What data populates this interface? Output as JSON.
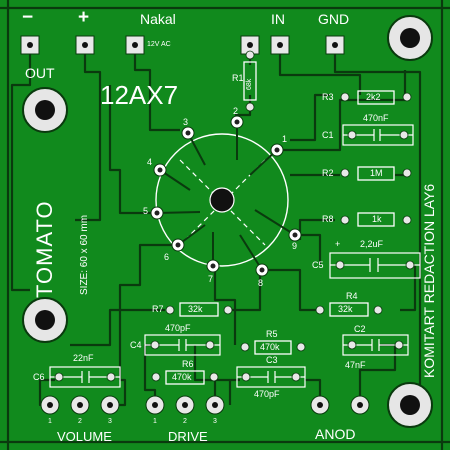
{
  "board": {
    "title": "TOMATO",
    "size_label": "SIZE: 60 x 60 mm",
    "tube": "12AX7",
    "credit": "KOMITART REDACTION LAY6"
  },
  "terminals": {
    "minus": "−",
    "plus": "+",
    "nakal": "Nakal",
    "nakal_note": "12V AC",
    "in": "IN",
    "gnd": "GND",
    "out": "OUT",
    "anod": "ANOD"
  },
  "pots": {
    "volume": {
      "label": "VOLUME",
      "pins": [
        "1",
        "2",
        "3"
      ]
    },
    "drive": {
      "label": "DRIVE",
      "pins": [
        "1",
        "2",
        "3"
      ]
    }
  },
  "tube_pins": [
    "1",
    "2",
    "3",
    "4",
    "5",
    "6",
    "7",
    "8",
    "9"
  ],
  "components": {
    "R1": {
      "ref": "R1",
      "value": "68k"
    },
    "R2": {
      "ref": "R2",
      "value": "1M"
    },
    "R3": {
      "ref": "R3",
      "value": "2k2"
    },
    "R4": {
      "ref": "R4",
      "value": "32k"
    },
    "R5": {
      "ref": "R5",
      "value": "470k"
    },
    "R6": {
      "ref": "R6",
      "value": "470k"
    },
    "R7": {
      "ref": "R7",
      "value": "32k"
    },
    "R8": {
      "ref": "R8",
      "value": "1k"
    },
    "C1": {
      "ref": "C1",
      "value": "470nF"
    },
    "C2": {
      "ref": "C2",
      "value": "47nF"
    },
    "C3": {
      "ref": "C3",
      "value": "470pF"
    },
    "C4": {
      "ref": "C4",
      "value": "470pF"
    },
    "C5": {
      "ref": "C5",
      "value": "2,2uF",
      "polarity": "+"
    },
    "C6": {
      "ref": "C6",
      "value": "22nF"
    }
  },
  "colors": {
    "board": "#118a1d",
    "copper": "#1ba02b",
    "trace": "#0a3a0e",
    "silk": "#ffffff",
    "pad": "#e8e8e8"
  }
}
